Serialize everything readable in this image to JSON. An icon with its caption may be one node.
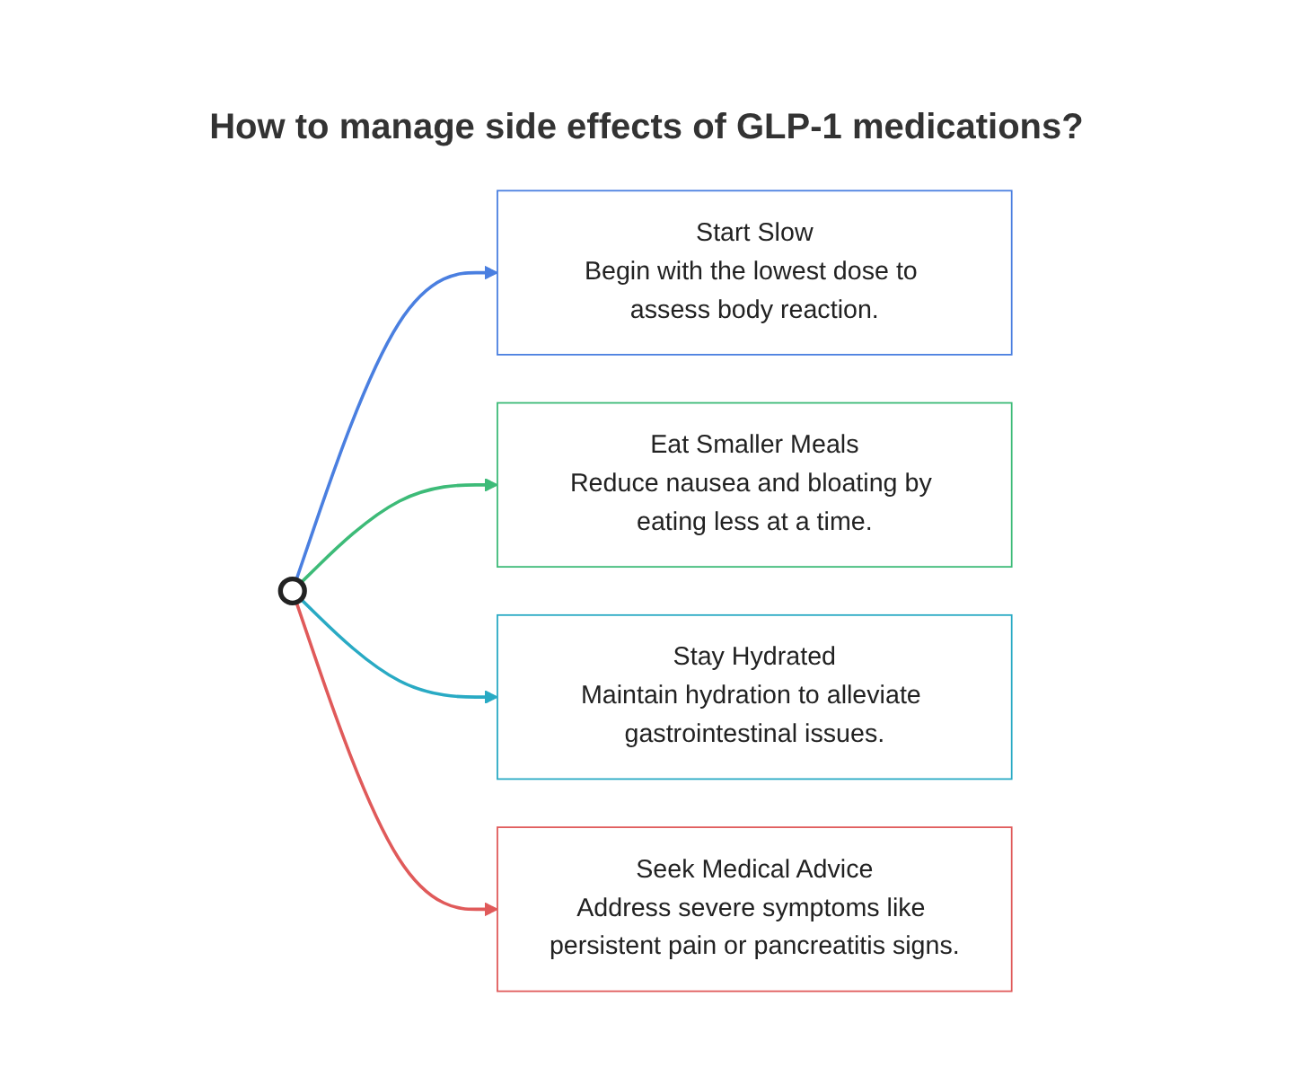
{
  "diagram": {
    "title": "How to manage side effects of GLP-1 medications?",
    "nodes": [
      {
        "text": [],
        "shape": "circle"
      },
      {
        "text": [
          "Start Slow",
          "Begin with the lowest dose to assess body reaction."
        ]
      },
      {
        "text": [
          "Eat Smaller Meals",
          "Reduce nausea and bloating by eating less at a time."
        ]
      },
      {
        "text": [
          "Stay Hydrated",
          "Maintain hydration to alleviate gastrointestinal issues."
        ]
      },
      {
        "text": [
          "Seek Medical Advice",
          "Address severe symptoms like persistent pain or pancreatitis signs."
        ]
      }
    ],
    "edges": [
      {
        "from": 0,
        "to": 1,
        "arrow": "to",
        "color": "#4a7fe0"
      },
      {
        "from": 0,
        "to": 2,
        "arrow": "to",
        "color": "#3dbb78"
      },
      {
        "from": 0,
        "to": 3,
        "arrow": "to",
        "color": "#29aac4"
      },
      {
        "from": 0,
        "to": 4,
        "arrow": "to",
        "color": "#e05a5a"
      }
    ]
  }
}
